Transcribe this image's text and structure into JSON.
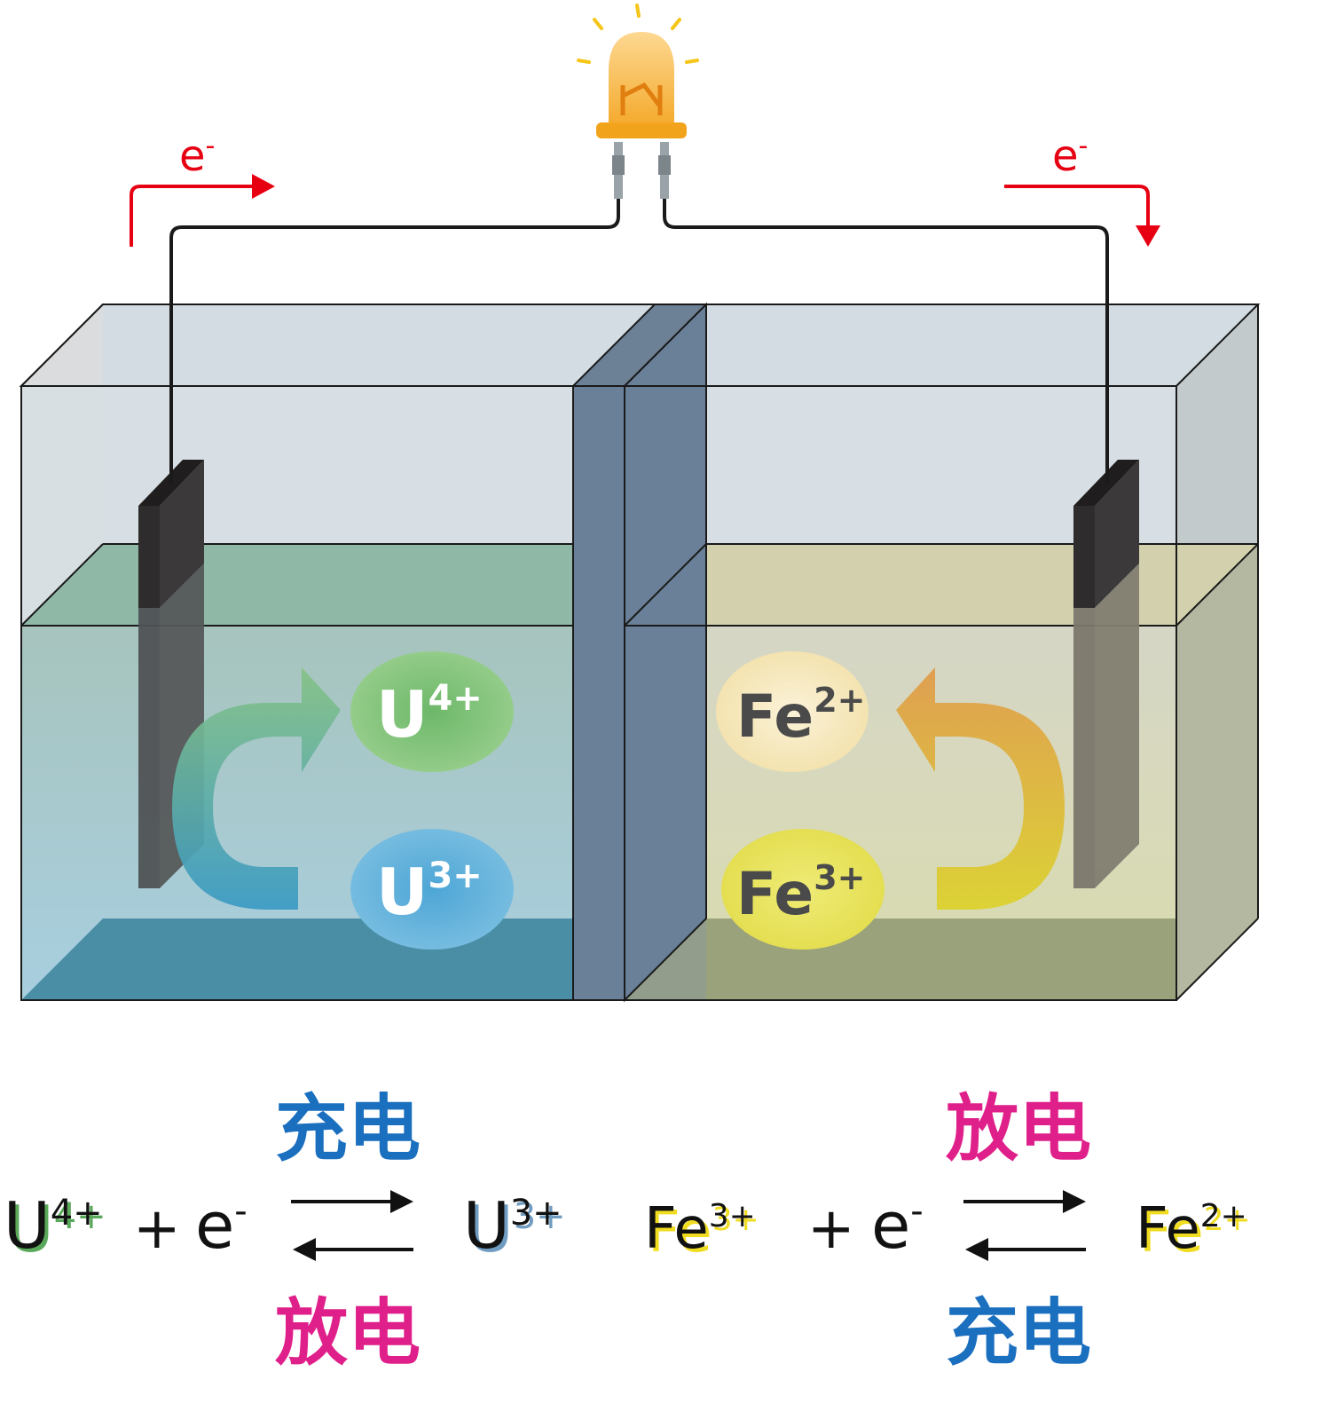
{
  "electron_label": "e",
  "electron_charge": "-",
  "ions": {
    "u4": {
      "symbol": "U",
      "charge": "4+"
    },
    "u3": {
      "symbol": "U",
      "charge": "3+"
    },
    "fe2": {
      "symbol": "Fe",
      "charge": "2+"
    },
    "fe3": {
      "symbol": "Fe",
      "charge": "3+"
    }
  },
  "left_equation": {
    "reactant": "U",
    "reactant_charge": "4+",
    "plus": "+",
    "electron": "e",
    "electron_charge": "-",
    "product": "U",
    "product_charge": "3+",
    "forward_label": "充电",
    "reverse_label": "放电"
  },
  "right_equation": {
    "reactant": "Fe",
    "reactant_charge": "3+",
    "plus": "+",
    "electron": "e",
    "electron_charge": "-",
    "product": "Fe",
    "product_charge": "2+",
    "forward_label": "放电",
    "reverse_label": "充电"
  },
  "colors": {
    "charge_label": "#1a6fbf",
    "discharge_label": "#e0208a",
    "electron_arrow": "#e60012",
    "uranium_green": "#5aa85a",
    "uranium_blue": "#3f9ac8",
    "iron_orange": "#e0a040",
    "iron_yellow": "#e6d62a",
    "membrane": "#6a8098"
  }
}
